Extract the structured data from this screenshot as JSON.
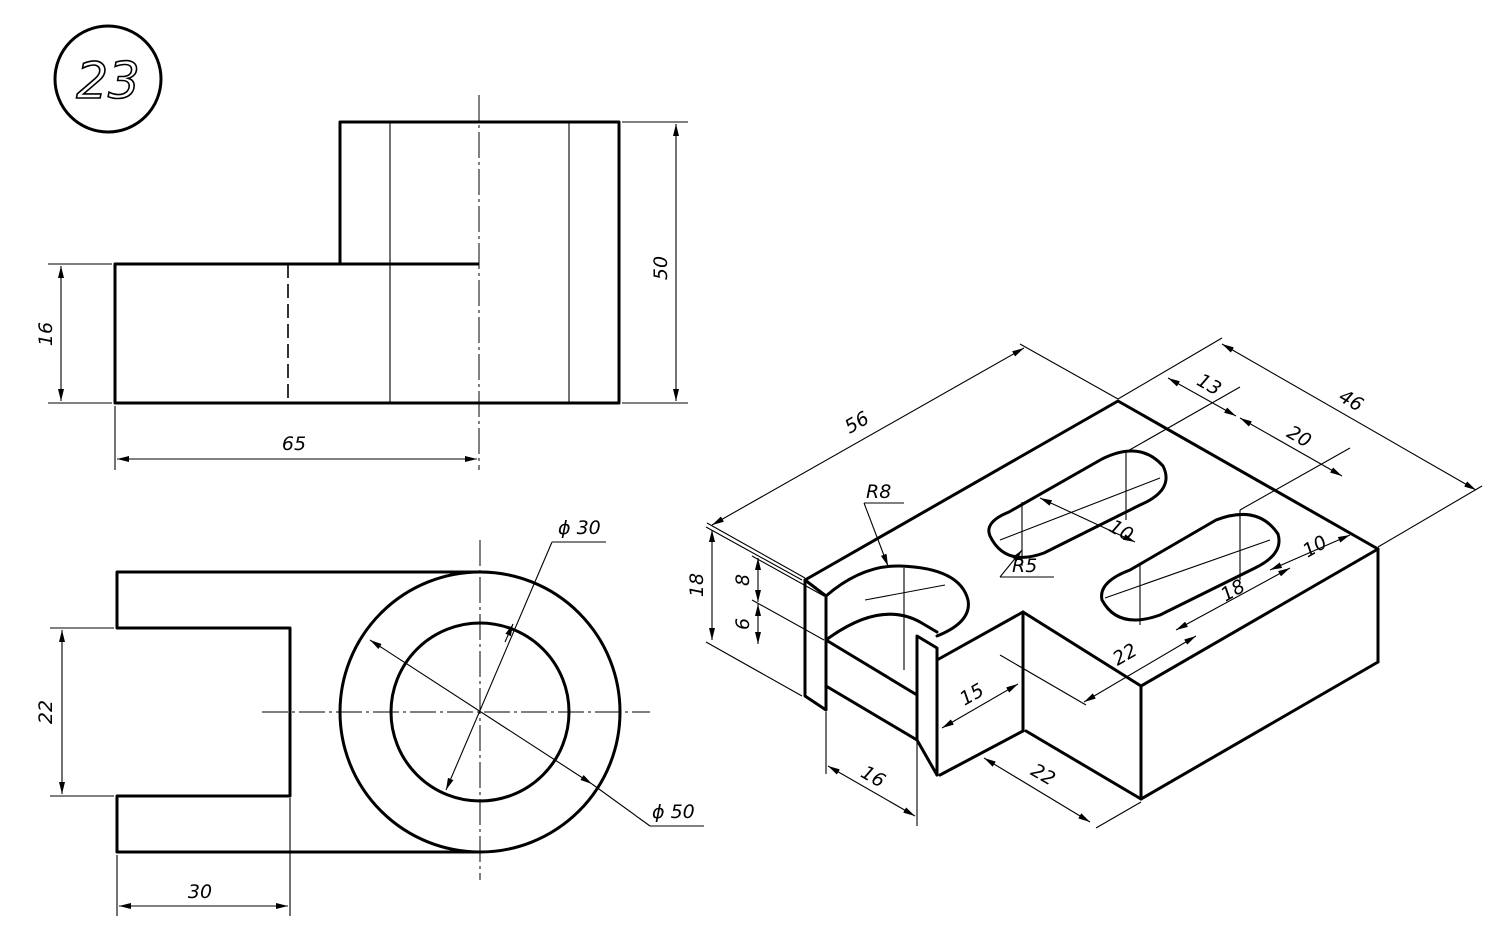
{
  "sheet_number": "23",
  "front_view": {
    "dims": {
      "height_total": "50",
      "height_base": "16",
      "length": "65"
    }
  },
  "top_view": {
    "dims": {
      "inner_diameter": "ϕ 30",
      "outer_diameter": "ϕ 50",
      "slot_width": "22",
      "slot_depth": "30"
    }
  },
  "isometric_view": {
    "dims": {
      "length": "56",
      "width": "46",
      "slot_offset": "13",
      "slot_spacing": "20",
      "slot_width_a": "10",
      "slot_width_b": "10",
      "arc_radius": "R8",
      "slot_radius": "R5",
      "height": "18",
      "upper_height": "8",
      "lower_height": "6",
      "slot_length": "18",
      "slot_position": "22",
      "step_depth": "15",
      "tongue_width": "16",
      "step_length": "22"
    }
  }
}
